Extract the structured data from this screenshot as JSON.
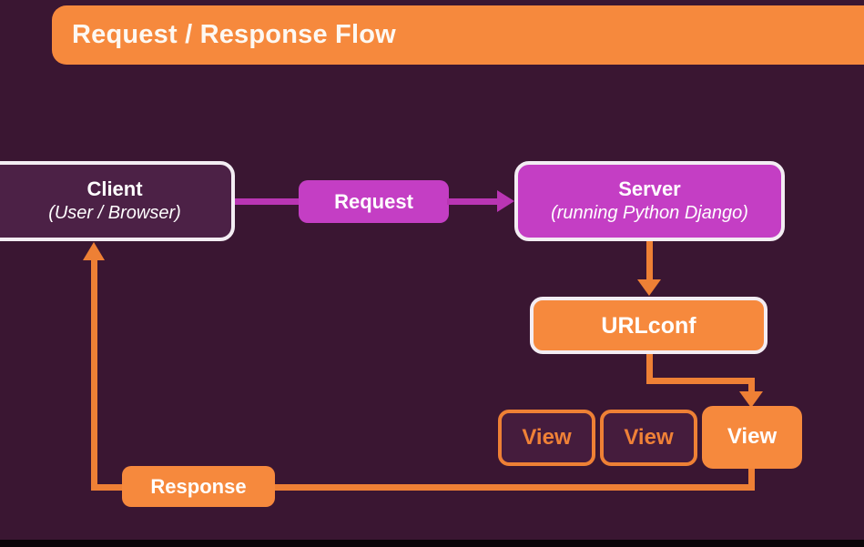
{
  "title": "Request / Response Flow",
  "nodes": {
    "client": {
      "title": "Client",
      "subtitle": "(User / Browser)"
    },
    "server": {
      "title": "Server",
      "subtitle": "(running Python Django)"
    },
    "urlconf": {
      "label": "URLconf"
    },
    "views": [
      {
        "label": "View"
      },
      {
        "label": "View"
      },
      {
        "label": "View"
      }
    ]
  },
  "edges": {
    "request_label": "Request",
    "response_label": "Response"
  },
  "colors": {
    "background": "#3a1632",
    "orange": "#f6893d",
    "orange_line": "#ee8035",
    "magenta": "#c43ec4",
    "magenta_line": "#b935b3",
    "client_fill": "#4c2146",
    "view_fill": "#451c3d",
    "border_white": "#f3edf3",
    "text_white": "#ffffff"
  }
}
